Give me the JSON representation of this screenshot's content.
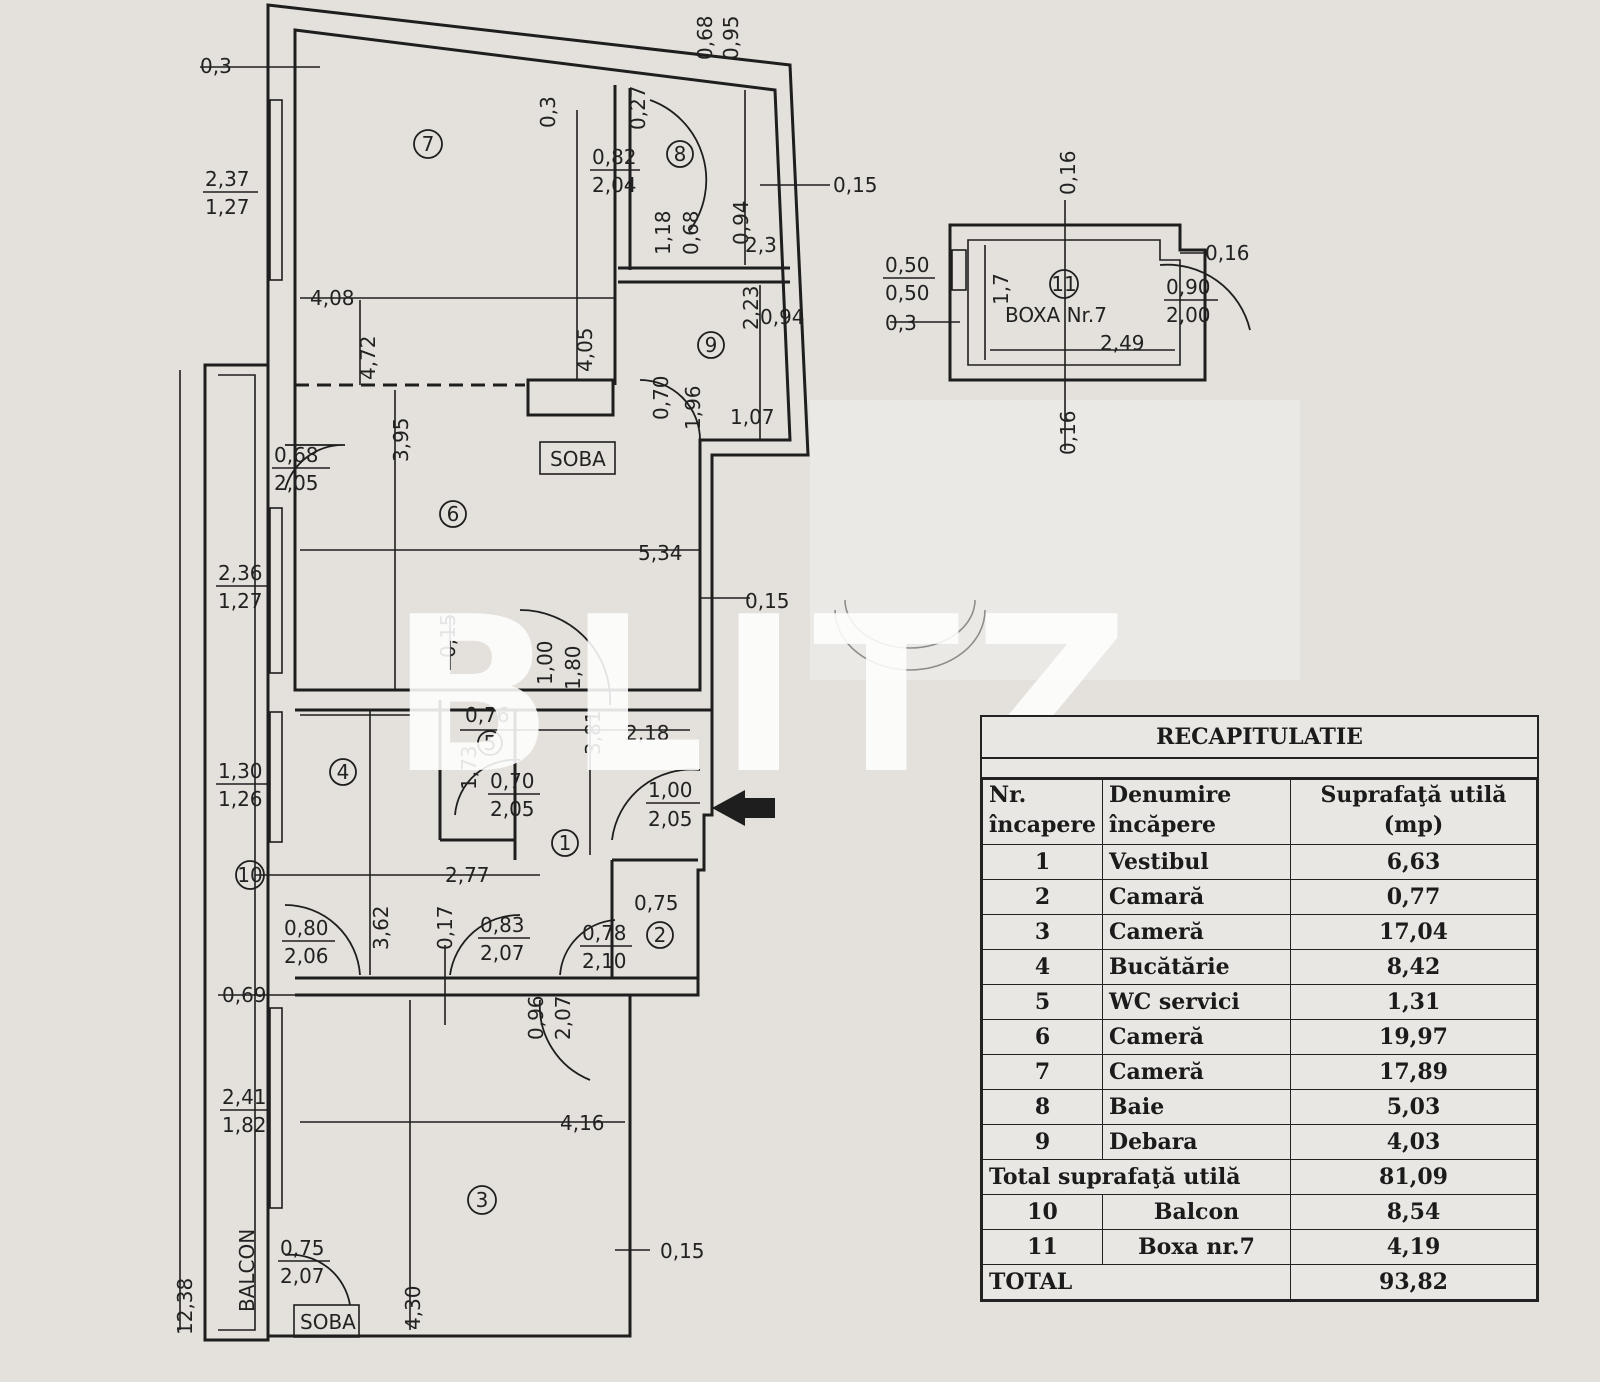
{
  "watermark": "BLITZ",
  "stove_label": "SOBA",
  "balcony_label": "BALCON",
  "storage_label": "BOXA Nr.7",
  "room_numbers": [
    "1",
    "2",
    "3",
    "4",
    "5",
    "6",
    "7",
    "8",
    "9",
    "10",
    "11"
  ],
  "dimensions": {
    "d_0_3_top": "0,3",
    "d_068": "0,68",
    "d_095": "0,95",
    "d_03_mid": "0,3",
    "d_027": "0,27",
    "d_237": "2,37",
    "d_127_a": "1,27",
    "d_082": "0,82",
    "d_204": "2,04",
    "d_015_a": "0,15",
    "d_118": "1,18",
    "d_068b": "0,68",
    "d_094": "0,94",
    "d_23": "2,3",
    "d_408": "4,08",
    "d_472": "4,72",
    "d_405": "4,05",
    "d_223": "2,23",
    "d_094b": "0,94",
    "d_070": "0,70",
    "d_196": "1,96",
    "d_107": "1,07",
    "d_395": "3,95",
    "d_068c": "0,68",
    "d_205a": "2,05",
    "d_236": "2,36",
    "d_127_b": "1,27",
    "d_534": "5,34",
    "d_015_b": "0,15",
    "d_015_c": "0,15",
    "d_100a": "1,00",
    "d_180": "1,80",
    "d_076": "0,76",
    "d_381": "3,81",
    "d_218": "2,18",
    "d_130": "1,30",
    "d_126": "1,26",
    "d_173": "1,73",
    "d_070b": "0,70",
    "d_205b": "2,05",
    "d_100b": "1,00",
    "d_205c": "2,05",
    "d_277": "2,77",
    "d_075a": "0,75",
    "d_080": "0,80",
    "d_206": "2,06",
    "d_362": "3,62",
    "d_017": "0,17",
    "d_083": "0,83",
    "d_207a": "2,07",
    "d_078": "0,78",
    "d_210": "2,10",
    "d_069": "0,69",
    "d_096": "0,96",
    "d_207b": "2,07",
    "d_241": "2,41",
    "d_182": "1,82",
    "d_416": "4,16",
    "d_015_d": "0,15",
    "d_1238": "12,38",
    "d_075b": "0,75",
    "d_207c": "2,07",
    "d_430": "4,30",
    "d_016_top": "0,16",
    "d_17": "1,7",
    "d_016_r": "0,16",
    "d_050a": "0,50",
    "d_050b": "0,50",
    "d_03_box": "0,3",
    "d_090": "0,90",
    "d_200": "2,00",
    "d_249": "2,49",
    "d_016_bot": "0,16"
  },
  "recap": {
    "title": "RECAPITULATIE",
    "headers": [
      "Nr. încapere",
      "Denumire încăpere",
      "Suprafaţă utilă (mp)"
    ],
    "rows": [
      {
        "nr": "1",
        "name": "Vestibul",
        "area": "6,63"
      },
      {
        "nr": "2",
        "name": "Camară",
        "area": "0,77"
      },
      {
        "nr": "3",
        "name": "Cameră",
        "area": "17,04"
      },
      {
        "nr": "4",
        "name": "Bucătărie",
        "area": "8,42"
      },
      {
        "nr": "5",
        "name": "WC servici",
        "area": "1,31"
      },
      {
        "nr": "6",
        "name": "Cameră",
        "area": "19,97"
      },
      {
        "nr": "7",
        "name": "Cameră",
        "area": "17,89"
      },
      {
        "nr": "8",
        "name": "Baie",
        "area": "5,03"
      },
      {
        "nr": "9",
        "name": "Debara",
        "area": "4,03"
      }
    ],
    "subtotal_label": "Total suprafaţă utilă",
    "subtotal_value": "81,09",
    "extra_rows": [
      {
        "nr": "10",
        "name": "Balcon",
        "area": "8,54"
      },
      {
        "nr": "11",
        "name": "Boxa nr.7",
        "area": "4,19"
      }
    ],
    "total_label": "TOTAL",
    "total_value": "93,82"
  }
}
